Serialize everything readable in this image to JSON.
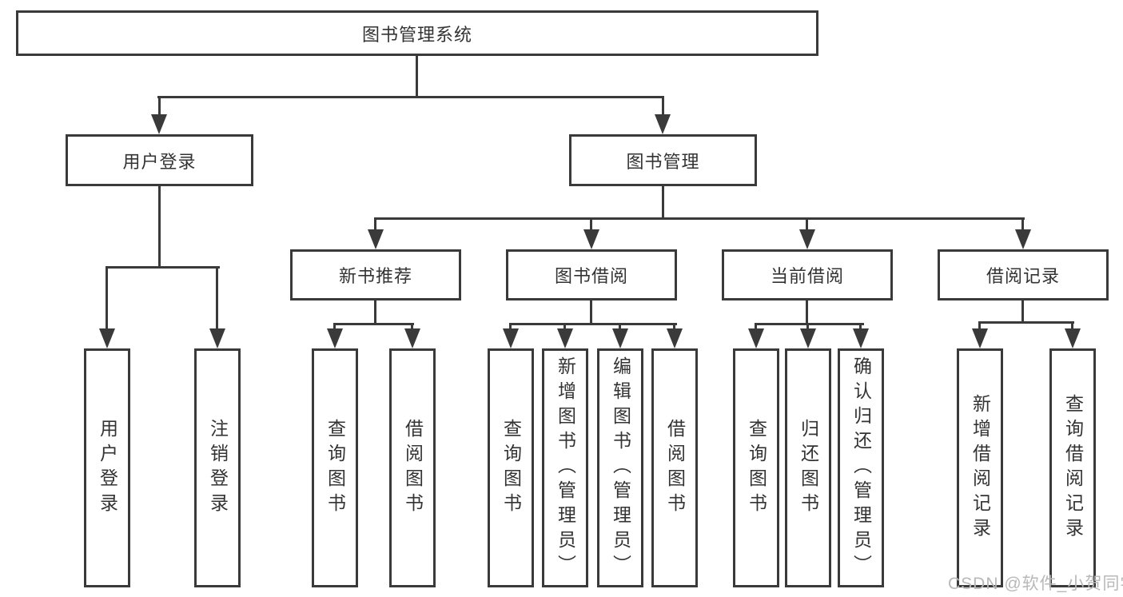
{
  "tree": {
    "root": {
      "label": "图书管理系统"
    },
    "children": [
      {
        "label": "用户登录",
        "children": [
          {
            "label": "用户登录"
          },
          {
            "label": "注销登录"
          }
        ]
      },
      {
        "label": "图书管理",
        "children": [
          {
            "label": "新书推荐",
            "children": [
              {
                "label": "查询图书"
              },
              {
                "label": "借阅图书"
              }
            ]
          },
          {
            "label": "图书借阅",
            "children": [
              {
                "label": "查询图书"
              },
              {
                "label": "新增图书（管理员）"
              },
              {
                "label": "编辑图书（管理员）"
              },
              {
                "label": "借阅图书"
              }
            ]
          },
          {
            "label": "当前借阅",
            "children": [
              {
                "label": "查询图书"
              },
              {
                "label": "归还图书"
              },
              {
                "label": "确认归还（管理员）"
              }
            ]
          },
          {
            "label": "借阅记录",
            "children": [
              {
                "label": "新增借阅记录"
              },
              {
                "label": "查询借阅记录"
              }
            ]
          }
        ]
      }
    ]
  },
  "watermark": {
    "text": "CSDN @软件_小贺同学"
  },
  "colors": {
    "line": "#3a3a3a",
    "text": "#333333",
    "watermark": "#b8b8b8",
    "background": "#ffffff",
    "box_fill": "#ffffff"
  }
}
